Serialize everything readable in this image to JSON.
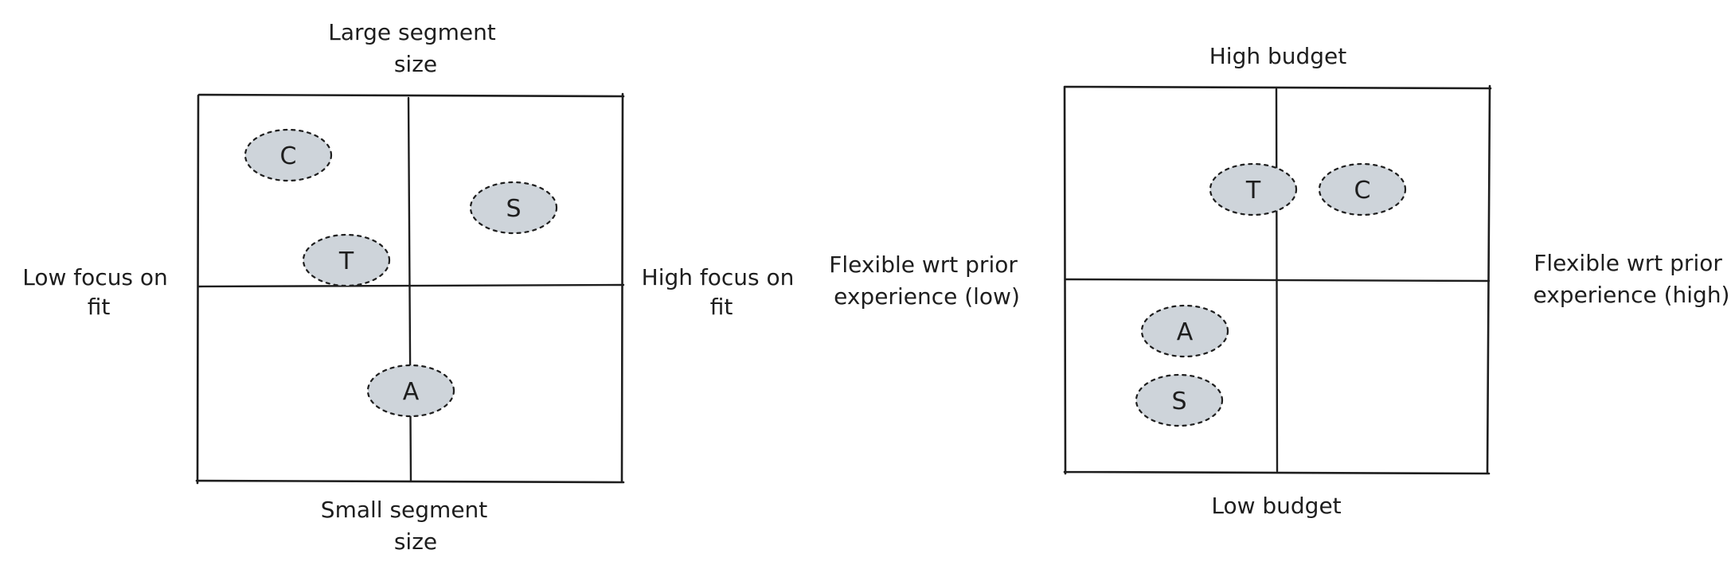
{
  "matrices": [
    {
      "id": "segment-fit",
      "labels": {
        "top": [
          "Large segment",
          "size"
        ],
        "bottom": [
          "Small segment",
          "size"
        ],
        "left": [
          "Low focus on",
          "fit"
        ],
        "right": [
          "High focus on",
          "fit"
        ]
      },
      "points": [
        {
          "label": "C"
        },
        {
          "label": "S"
        },
        {
          "label": "T"
        },
        {
          "label": "A"
        }
      ]
    },
    {
      "id": "budget-experience",
      "labels": {
        "top": [
          "High budget"
        ],
        "bottom": [
          "Low budget"
        ],
        "left": [
          "Flexible wrt prior",
          "experience (low)"
        ],
        "right": [
          "Flexible wrt prior",
          "experience (high)"
        ]
      },
      "points": [
        {
          "label": "T"
        },
        {
          "label": "C"
        },
        {
          "label": "A"
        },
        {
          "label": "S"
        }
      ]
    }
  ]
}
